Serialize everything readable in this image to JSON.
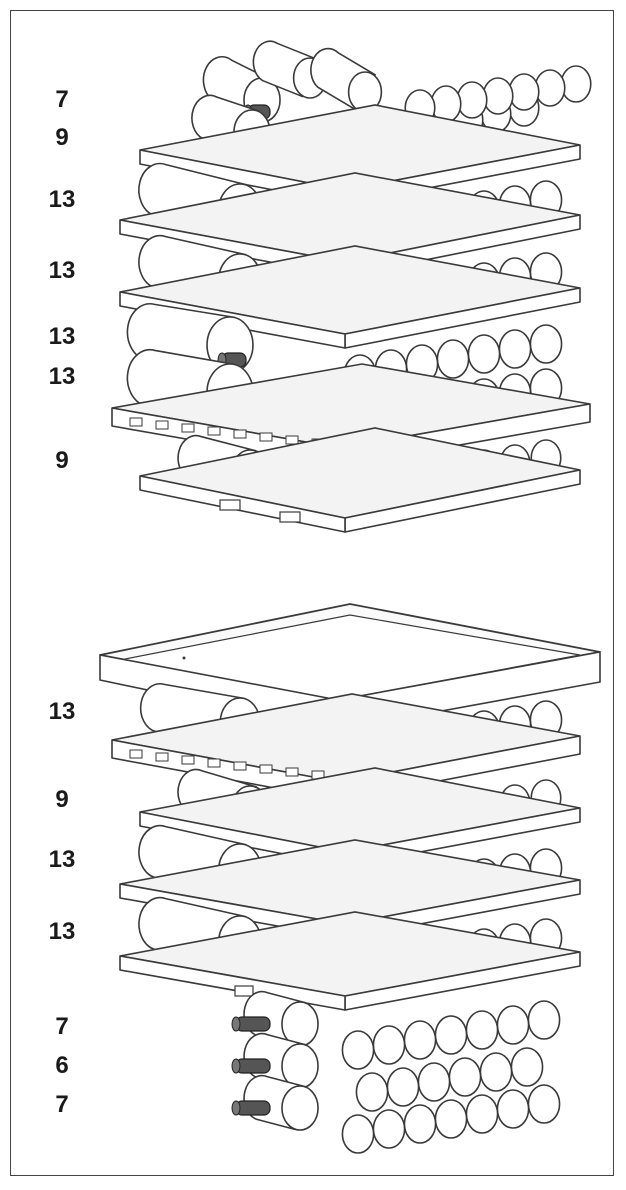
{
  "upper_configuration": {
    "rows": [
      {
        "count": "7"
      },
      {
        "count": "9"
      },
      {
        "count": "13"
      },
      {
        "count": "13"
      },
      {
        "count": "13"
      },
      {
        "count": "13"
      },
      {
        "count": "9"
      }
    ]
  },
  "lower_configuration": {
    "rows": [
      {
        "count": "13"
      },
      {
        "count": "9"
      },
      {
        "count": "13"
      },
      {
        "count": "13"
      },
      {
        "count": "7"
      },
      {
        "count": "6"
      },
      {
        "count": "7"
      }
    ]
  },
  "colors": {
    "line": "#3a3a3a",
    "fill": "#ffffff",
    "shade": "#f3f3f3",
    "neck": "#555555"
  }
}
